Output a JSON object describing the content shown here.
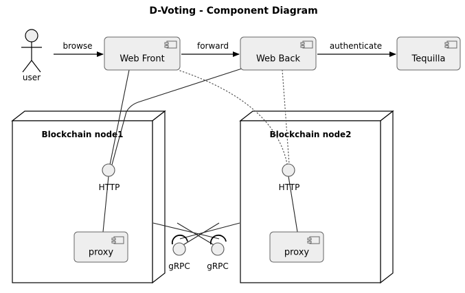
{
  "diagram": {
    "title": "D-Voting - Component Diagram",
    "type": "uml-component-diagram",
    "background": "#ffffff",
    "component_fill": "#eeeeee",
    "component_stroke": "#666666",
    "line_color": "#000000"
  },
  "actor": {
    "name": "user",
    "label": "user"
  },
  "components": [
    {
      "id": "web-front",
      "label": "Web Front",
      "icon": "component-icon"
    },
    {
      "id": "web-back",
      "label": "Web Back",
      "icon": "component-icon"
    },
    {
      "id": "tequilla",
      "label": "Tequilla",
      "icon": "component-icon"
    },
    {
      "id": "proxy1",
      "label": "proxy",
      "icon": "component-icon"
    },
    {
      "id": "proxy2",
      "label": "proxy",
      "icon": "component-icon"
    }
  ],
  "nodes": [
    {
      "id": "node1",
      "label": "Blockchain node1"
    },
    {
      "id": "node2",
      "label": "Blockchain node2"
    }
  ],
  "ports": [
    {
      "id": "http1",
      "label": "HTTP",
      "kind": "provided-interface"
    },
    {
      "id": "http2",
      "label": "HTTP",
      "kind": "provided-interface"
    },
    {
      "id": "grpc1",
      "label": "gRPC",
      "kind": "assembly-connector"
    },
    {
      "id": "grpc2",
      "label": "gRPC",
      "kind": "assembly-connector"
    }
  ],
  "edges": [
    {
      "id": "browse",
      "label": "browse",
      "from": "user",
      "to": "web-front",
      "style": "solid-arrow"
    },
    {
      "id": "forward",
      "label": "forward",
      "from": "web-front",
      "to": "web-back",
      "style": "solid-arrow"
    },
    {
      "id": "authenticate",
      "label": "authenticate",
      "from": "web-back",
      "to": "tequilla",
      "style": "solid-arrow"
    },
    {
      "id": "wf-http1",
      "label": "",
      "from": "web-front",
      "to": "http1",
      "style": "solid"
    },
    {
      "id": "wb-http1",
      "label": "",
      "from": "web-back",
      "to": "http1",
      "style": "solid"
    },
    {
      "id": "wf-http2",
      "label": "",
      "from": "web-front",
      "to": "http2",
      "style": "dotted"
    },
    {
      "id": "wb-http2",
      "label": "",
      "from": "web-back",
      "to": "http2",
      "style": "dotted"
    },
    {
      "id": "http1-proxy1",
      "label": "",
      "from": "http1",
      "to": "proxy1",
      "style": "solid"
    },
    {
      "id": "http2-proxy2",
      "label": "",
      "from": "http2",
      "to": "proxy2",
      "style": "solid"
    },
    {
      "id": "node1-grpc2",
      "label": "",
      "from": "node1",
      "to": "grpc2",
      "style": "solid"
    },
    {
      "id": "node2-grpc1",
      "label": "",
      "from": "node2",
      "to": "grpc1",
      "style": "solid"
    }
  ]
}
